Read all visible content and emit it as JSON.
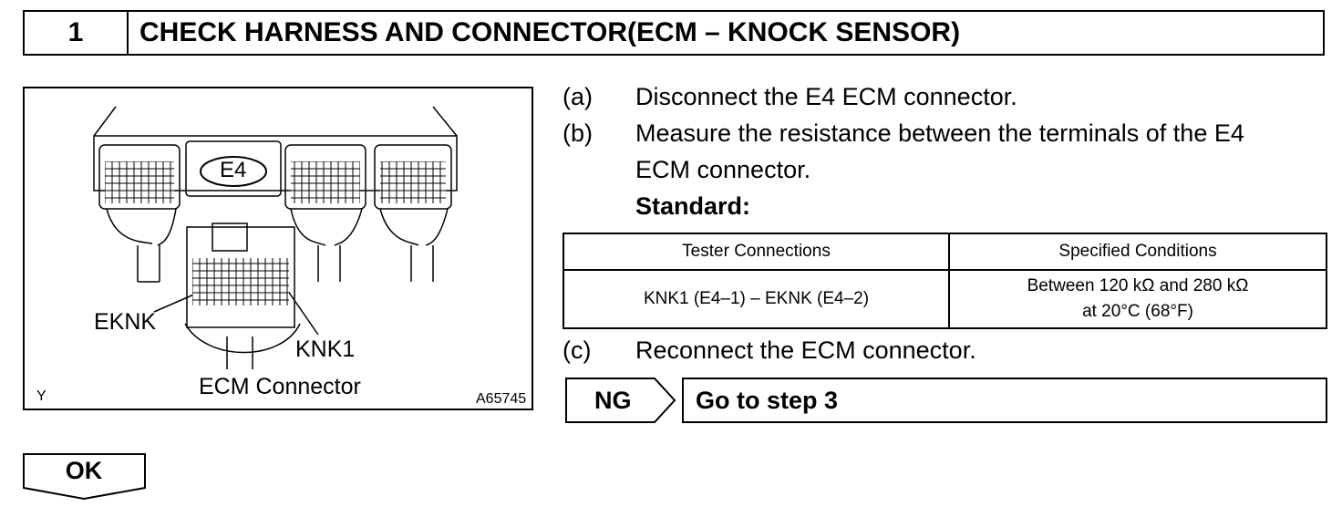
{
  "step": {
    "number": "1",
    "title": "CHECK HARNESS AND CONNECTOR(ECM – KNOCK SENSOR)"
  },
  "figure": {
    "connector_tag": "E4",
    "label_eknk": "EKNK",
    "label_knk1": "KNK1",
    "caption": "ECM Connector",
    "corner_left": "Y",
    "corner_right": "A65745"
  },
  "instructions": [
    {
      "key": "(a)",
      "lines": [
        "Disconnect the E4 ECM connector."
      ]
    },
    {
      "key": "(b)",
      "lines": [
        "Measure the resistance between the terminals of the E4",
        "ECM connector."
      ]
    },
    {
      "key": "(c)",
      "lines": [
        "Reconnect the ECM connector."
      ]
    }
  ],
  "standard_label": "Standard:",
  "spec_table": {
    "headers": [
      "Tester Connections",
      "Specified Conditions"
    ],
    "rows": [
      {
        "connection": "KNK1 (E4–1) – EKNK (E4–2)",
        "condition_line1": "Between 120 kΩ  and 280 kΩ",
        "condition_line2": "at 20°C (68°F)"
      }
    ]
  },
  "ng": {
    "label": "NG",
    "action": "Go to step 3"
  },
  "ok": {
    "label": "OK"
  }
}
